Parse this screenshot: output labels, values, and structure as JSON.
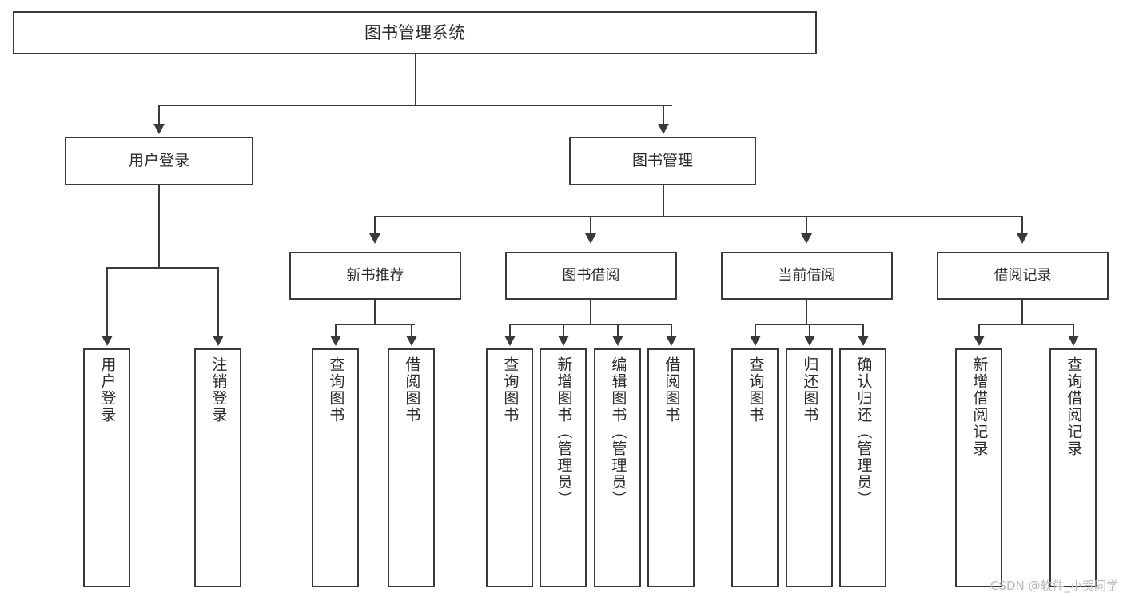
{
  "diagram": {
    "title": "图书管理系统",
    "root": {
      "label": "图书管理系统"
    },
    "level2": [
      {
        "label": "用户登录"
      },
      {
        "label": "图书管理"
      }
    ],
    "level3": [
      {
        "label": "新书推荐"
      },
      {
        "label": "图书借阅"
      },
      {
        "label": "当前借阅"
      },
      {
        "label": "借阅记录"
      }
    ],
    "leaves": {
      "user_login": [
        {
          "label": "用户登录"
        },
        {
          "label": "注销登录"
        }
      ],
      "new_book_recommend": [
        {
          "label": "查询图书"
        },
        {
          "label": "借阅图书"
        }
      ],
      "book_borrow": [
        {
          "label": "查询图书"
        },
        {
          "label": "新增图书（管理员）"
        },
        {
          "label": "编辑图书（管理员）"
        },
        {
          "label": "借阅图书"
        }
      ],
      "current_borrow": [
        {
          "label": "查询图书"
        },
        {
          "label": "归还图书"
        },
        {
          "label": "确认归还（管理员）"
        }
      ],
      "borrow_record": [
        {
          "label": "新增借阅记录"
        },
        {
          "label": "查询借阅记录"
        }
      ]
    }
  },
  "watermark": {
    "text": "CSDN @软件_小贺同学"
  },
  "colors": {
    "stroke": "#3a3a3a",
    "background": "#ffffff",
    "text": "#2b2b2b",
    "watermark": "#b9b9b9"
  }
}
